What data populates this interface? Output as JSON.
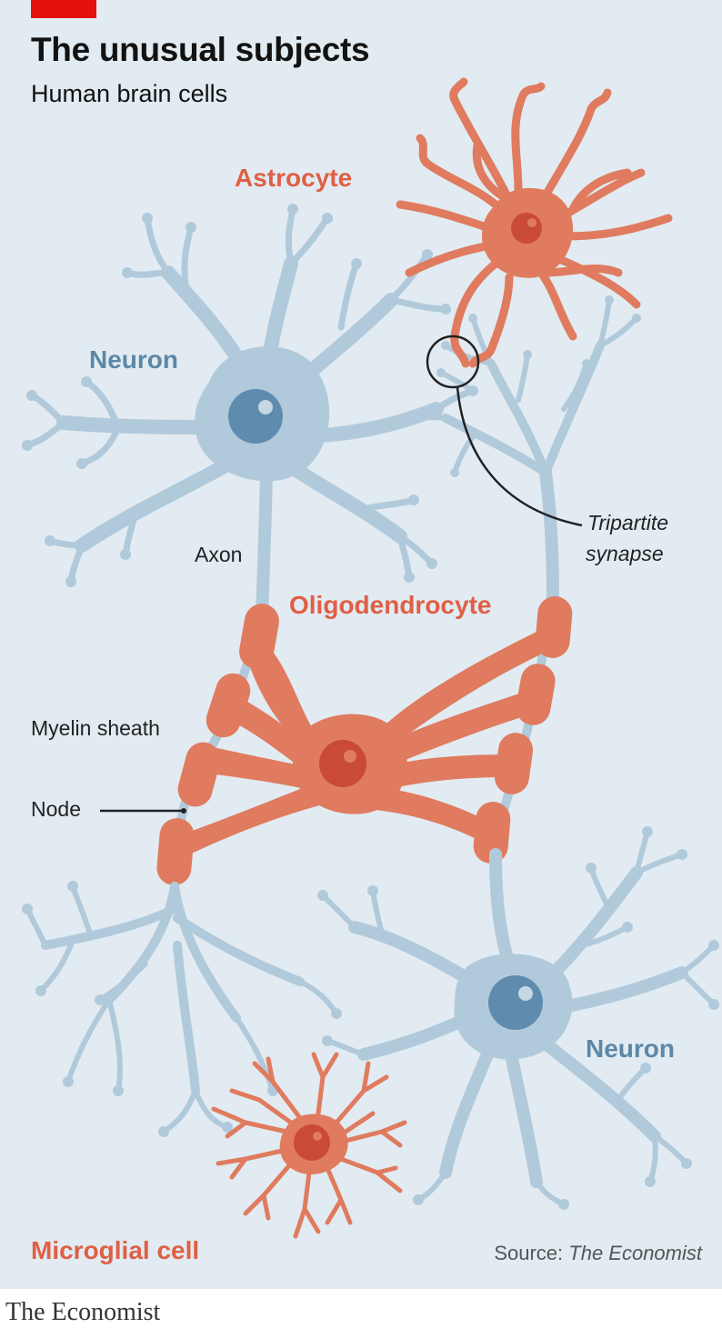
{
  "header": {
    "title": "The unusual subjects",
    "subtitle": "Human brain cells"
  },
  "labels": {
    "astrocyte": "Astrocyte",
    "neuron_top": "Neuron",
    "neuron_bottom": "Neuron",
    "axon": "Axon",
    "oligodendrocyte": "Oligodendrocyte",
    "myelin_sheath": "Myelin sheath",
    "node": "Node",
    "tripartite_line1": "Tripartite",
    "tripartite_line2": "synapse",
    "microglial": "Microglial cell"
  },
  "source": {
    "prefix": "Source:",
    "name": "The Economist"
  },
  "brand": "The Economist",
  "colors": {
    "background": "#e1ebf1",
    "neuron": "#b1cadb",
    "nucleus_blue": "#5f8cae",
    "glia": "#e07b5f",
    "nucleus_red": "#c94a35",
    "astro_label": "#e05f45",
    "brand_red": "#e3120b"
  }
}
